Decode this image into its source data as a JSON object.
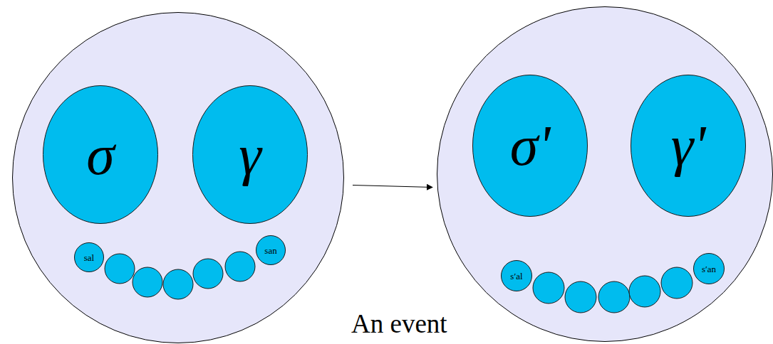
{
  "diagram": {
    "nodes": [
      {
        "text": []
      },
      {
        "text": [
          "σ"
        ],
        "in": 0
      },
      {
        "text": [
          "γ"
        ],
        "in": 0
      },
      {
        "text": [
          "sal"
        ],
        "in": 0
      },
      {
        "text": [
          "san"
        ],
        "in": 0
      },
      {
        "text": []
      },
      {
        "text": [
          "σ'"
        ],
        "in": 5
      },
      {
        "text": [
          "γ'"
        ],
        "in": 5
      },
      {
        "text": [
          "s′al"
        ],
        "in": 5
      },
      {
        "text": [
          "s′an"
        ],
        "in": 5
      }
    ],
    "edges": [
      {
        "from": 0,
        "to": 5,
        "arrow": "to"
      }
    ],
    "labels": [
      "An event"
    ]
  }
}
